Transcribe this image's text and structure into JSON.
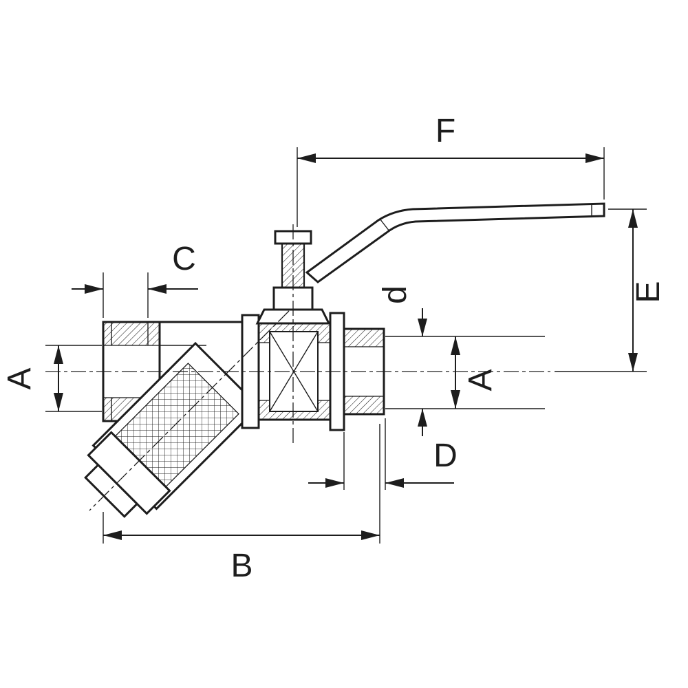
{
  "colors": {
    "line": "#1d1d1d",
    "background": "#ffffff"
  },
  "drawing": {
    "labels": {
      "a_left": "A",
      "a_right": "A",
      "b": "B",
      "c": "C",
      "d_cap": "D",
      "d_small": "d",
      "e": "E",
      "f": "F"
    }
  }
}
